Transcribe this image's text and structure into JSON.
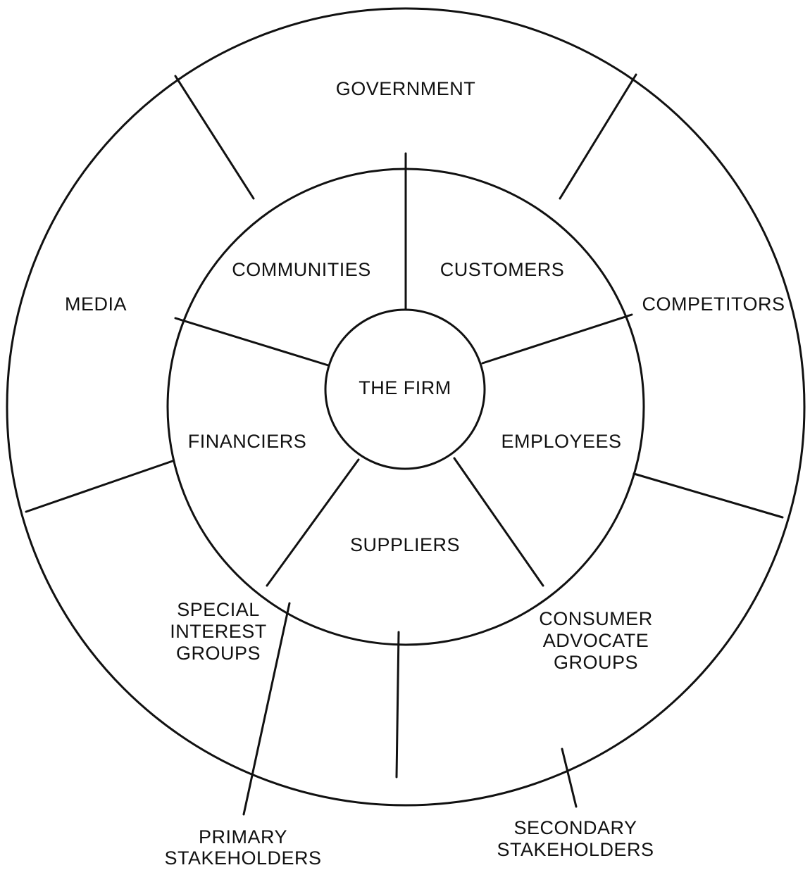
{
  "center": {
    "label": "THE FIRM"
  },
  "primary_stakeholders": [
    {
      "id": "communities",
      "label": "COMMUNITIES"
    },
    {
      "id": "customers",
      "label": "CUSTOMERS"
    },
    {
      "id": "employees",
      "label": "EMPLOYEES"
    },
    {
      "id": "suppliers",
      "label": "SUPPLIERS"
    },
    {
      "id": "financiers",
      "label": "FINANCIERS"
    }
  ],
  "secondary_stakeholders": [
    {
      "id": "government",
      "lines": [
        "GOVERNMENT"
      ]
    },
    {
      "id": "competitors",
      "lines": [
        "COMPETITORS"
      ]
    },
    {
      "id": "consumer-advocate-groups",
      "lines": [
        "CONSUMER",
        "ADVOCATE",
        "GROUPS"
      ]
    },
    {
      "id": "special-interest-groups",
      "lines": [
        "SPECIAL",
        "INTEREST",
        "GROUPS"
      ]
    },
    {
      "id": "media",
      "lines": [
        "MEDIA"
      ]
    }
  ],
  "callouts": {
    "primary": [
      "PRIMARY",
      "STAKEHOLDERS"
    ],
    "secondary": [
      "SECONDARY",
      "STAKEHOLDERS"
    ]
  }
}
